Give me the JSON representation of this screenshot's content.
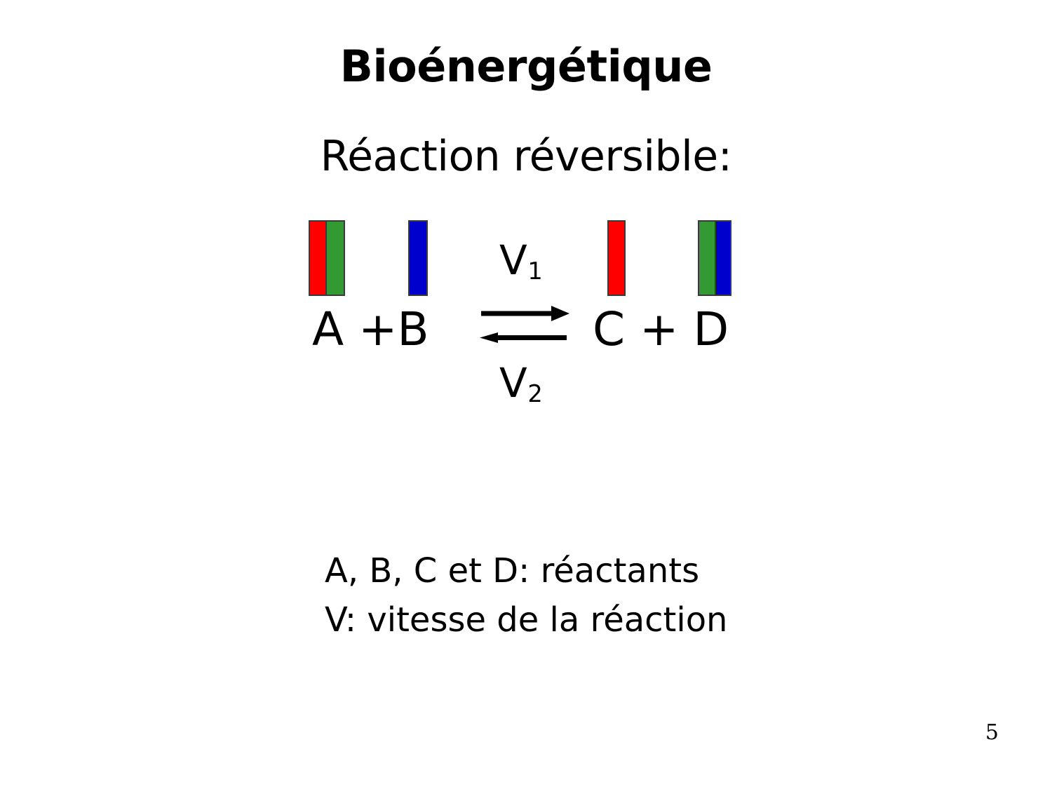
{
  "slide": {
    "title": "Bioénergétique",
    "subtitle": "Réaction réversible:",
    "page_number": "5",
    "background_color": "#FFFFFF",
    "text_color": "#000000"
  },
  "reaction": {
    "left_side": "A +B",
    "right_side": "C + D",
    "forward_rate_label": "V",
    "forward_rate_subscript": "1",
    "reverse_rate_label": "V",
    "reverse_rate_subscript": "2",
    "forward_arrow": "arrow-right-icon",
    "reverse_arrow": "arrow-left-icon",
    "bar_groups": [
      {
        "name": "reactant-a",
        "segments": [
          {
            "color": "#FF0000",
            "width": 26
          },
          {
            "color": "#339933",
            "width": 28
          }
        ]
      },
      {
        "name": "reactant-b",
        "segments": [
          {
            "color": "#0000CC",
            "width": 28
          }
        ]
      },
      {
        "name": "product-c",
        "segments": [
          {
            "color": "#FF0000",
            "width": 26
          }
        ]
      },
      {
        "name": "product-d",
        "segments": [
          {
            "color": "#339933",
            "width": 26
          },
          {
            "color": "#0000CC",
            "width": 24
          }
        ]
      }
    ],
    "bar_border_color": "#3A3A3A"
  },
  "notes": {
    "lines": [
      "A, B, C et D: réactants",
      "V: vitesse de la réaction"
    ]
  }
}
